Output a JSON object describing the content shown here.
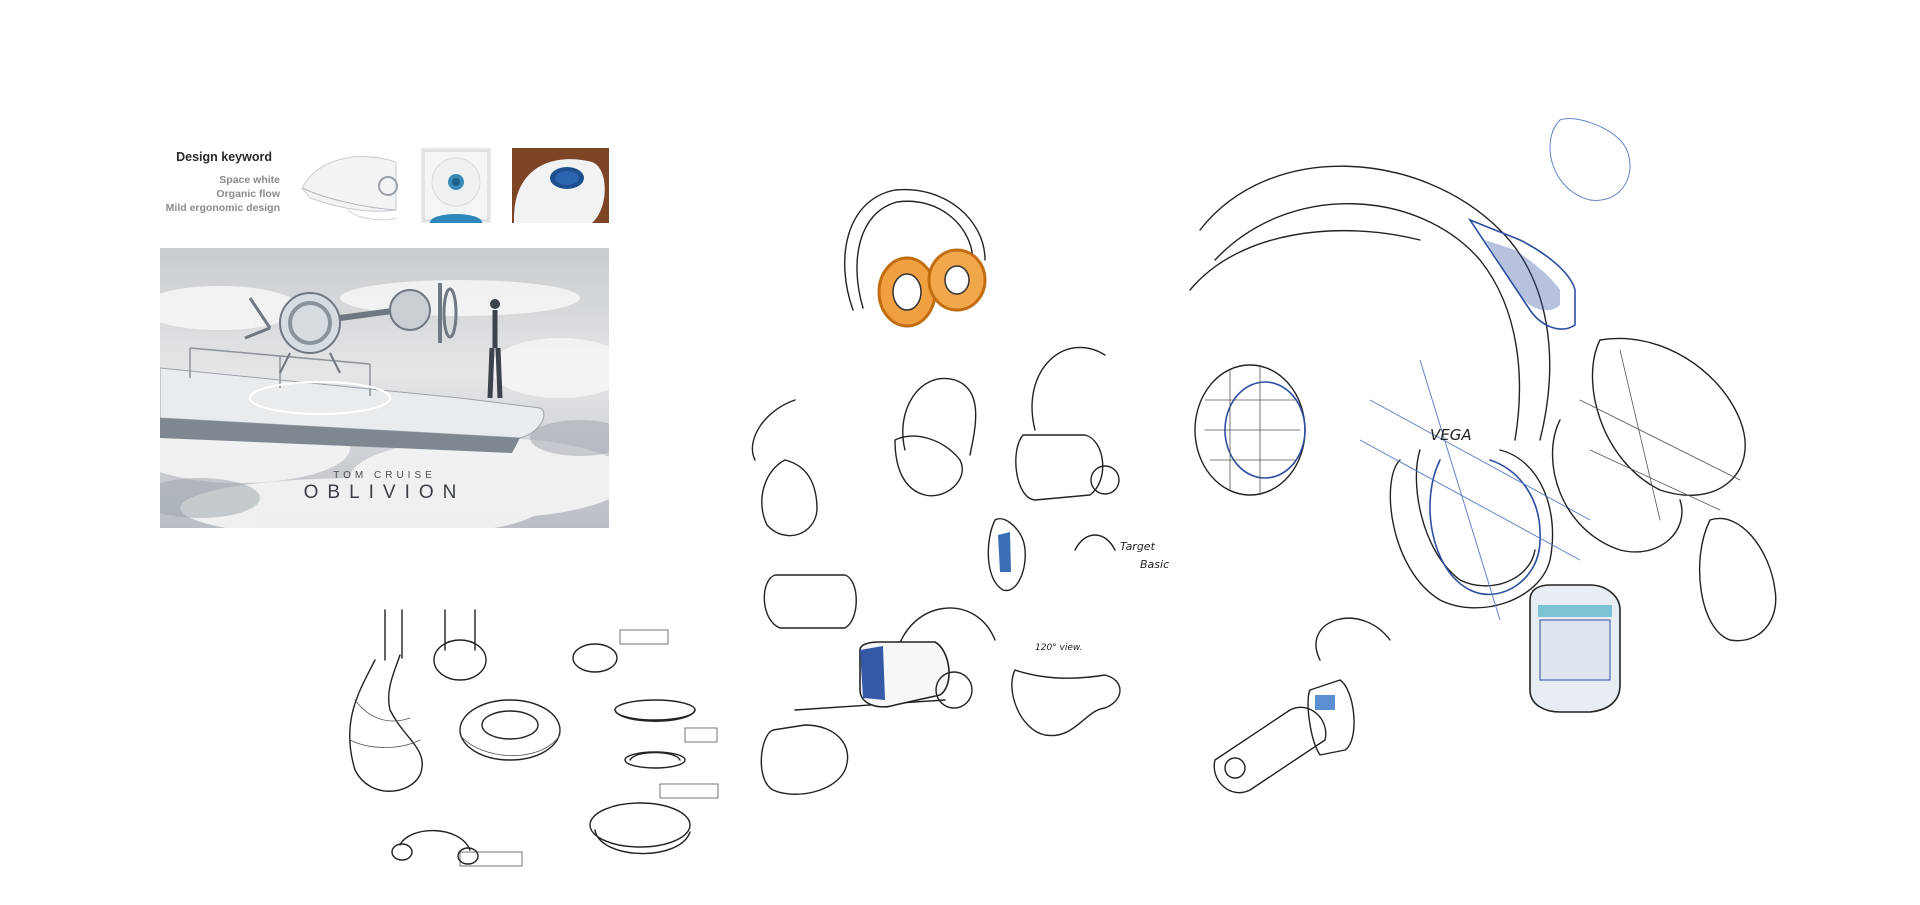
{
  "keywords": {
    "title": "Design keyword",
    "items": [
      "Space white",
      "Organic  flow",
      "Mild ergonomic design"
    ]
  },
  "poster": {
    "actor": "TOM CRUISE",
    "title": "OBLIVION"
  },
  "annotations": {
    "vega": "VEGA",
    "view": "120° view.",
    "target": "Target",
    "basic": "Basic"
  },
  "colors": {
    "ink": "#222222",
    "blue_marker": "#2d4fa0",
    "orange_marker": "#e08a1c"
  }
}
